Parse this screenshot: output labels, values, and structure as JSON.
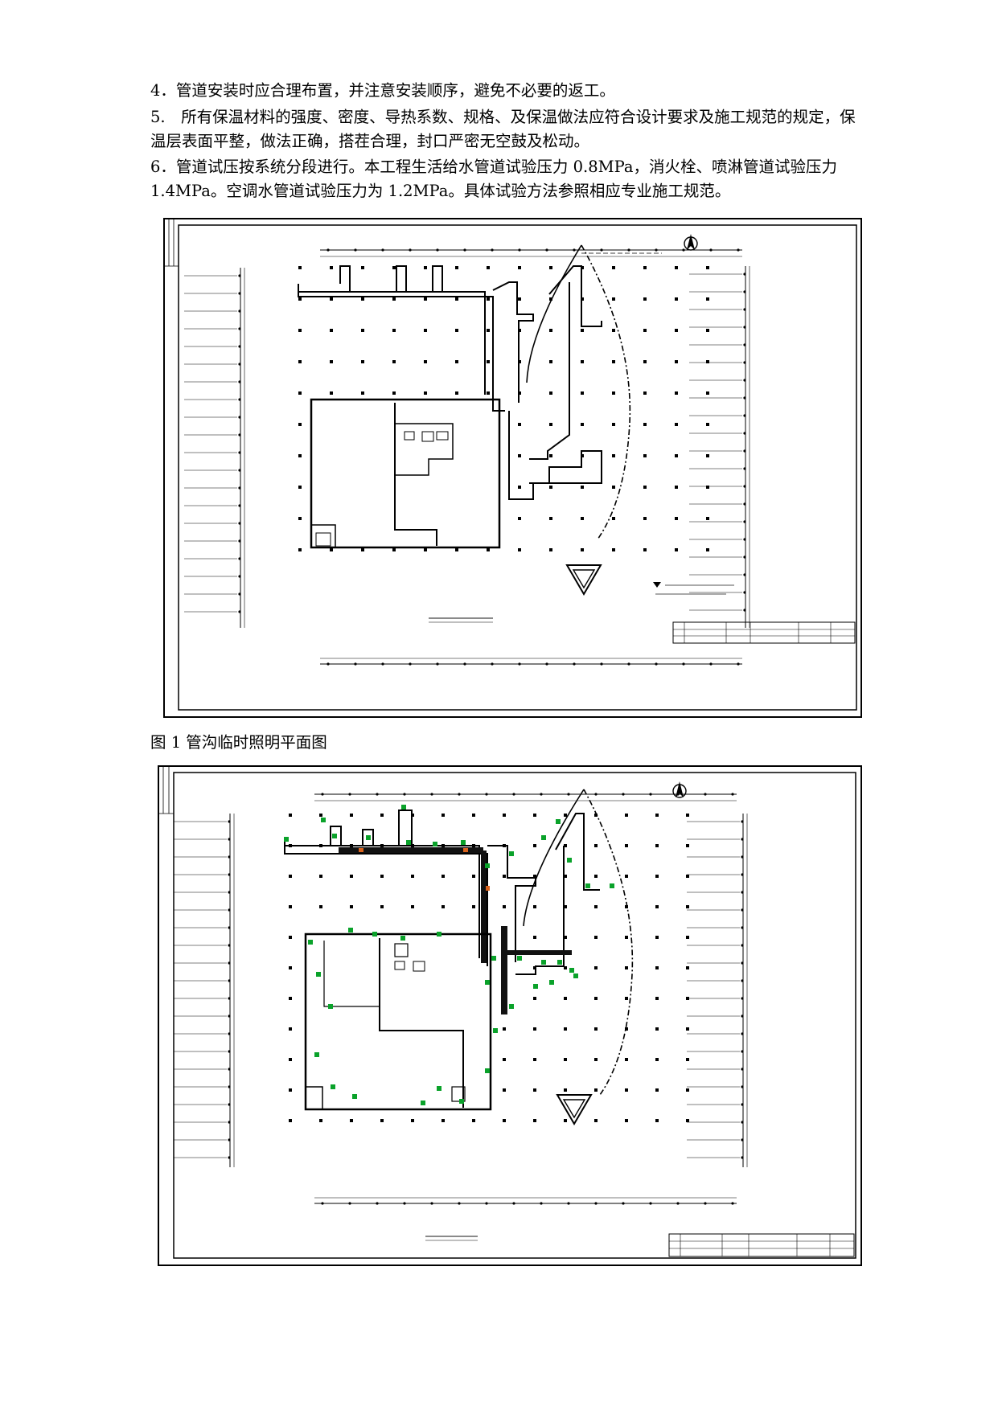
{
  "paragraphs": {
    "p4": "4．管道安装时应合理布置，并注意安装顺序，避免不必要的返工。",
    "p5": "5.　所有保温材料的强度、密度、导热系数、规格、及保温做法应符合设计要求及施工规范的规定，保温层表面平整，做法正确，搭茬合理，封口严密无空鼓及松动。",
    "p6": "6．管道试压按系统分段进行。本工程生活给水管道试验压力 0.8MPa，消火栓、喷淋管道试验压力 1.4MPa。空调水管道试验压力为 1.2MPa。具体试验方法参照相应专业施工规范。"
  },
  "figures": [
    {
      "id": "fig1",
      "caption": "图 1 管沟临时照明平面图"
    },
    {
      "id": "fig2",
      "caption": ""
    }
  ],
  "colors": {
    "pipe_green": "#0aa22a",
    "pipe_orange": "#d9621c",
    "watermark": "#9fb7dd"
  }
}
